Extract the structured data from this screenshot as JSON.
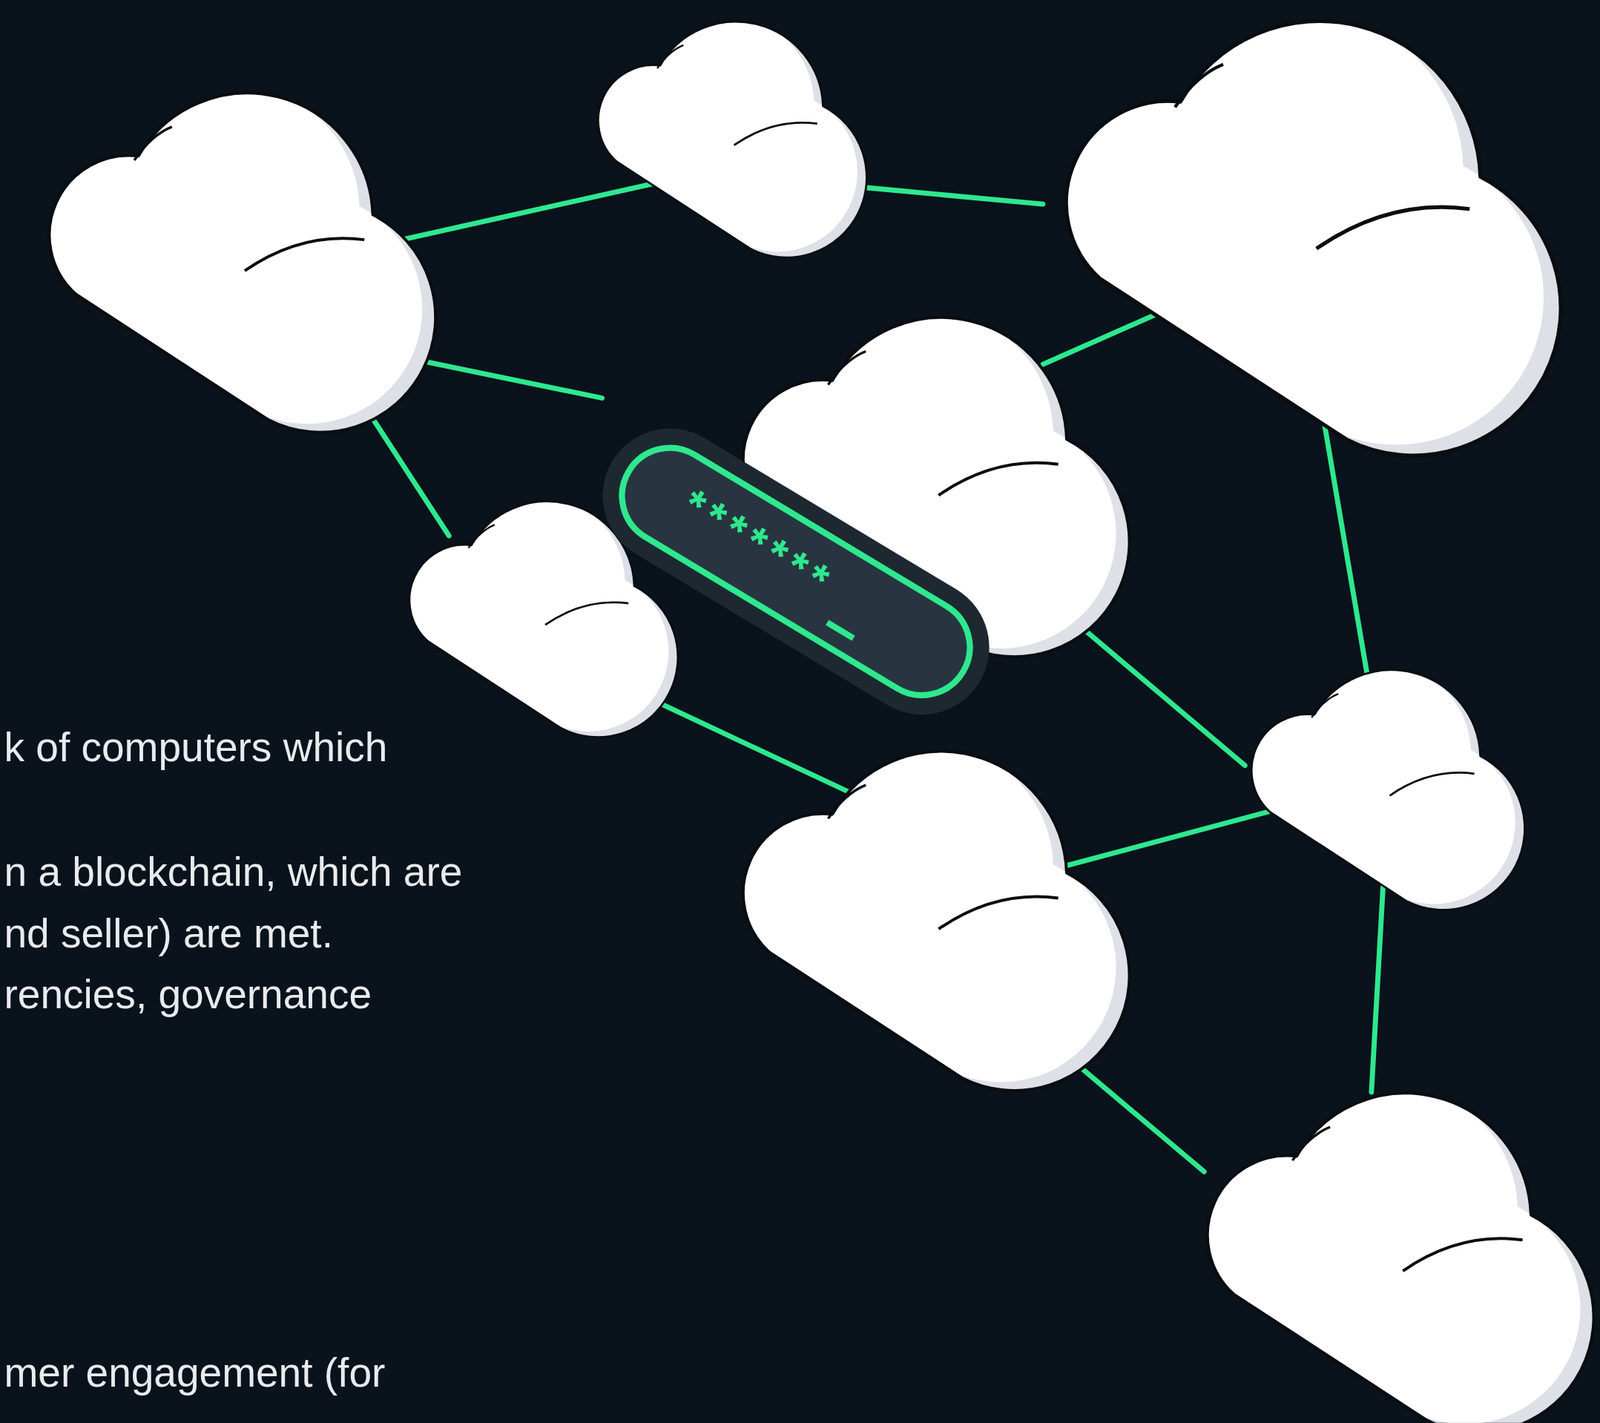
{
  "diagram": {
    "nodes": [
      {
        "text": [
          "*******"
        ]
      }
    ],
    "labels": [
      "k of computers which",
      "n a blockchain, which are",
      "nd seller) are met.",
      "rencies, governance",
      "mer engagement (for"
    ]
  }
}
